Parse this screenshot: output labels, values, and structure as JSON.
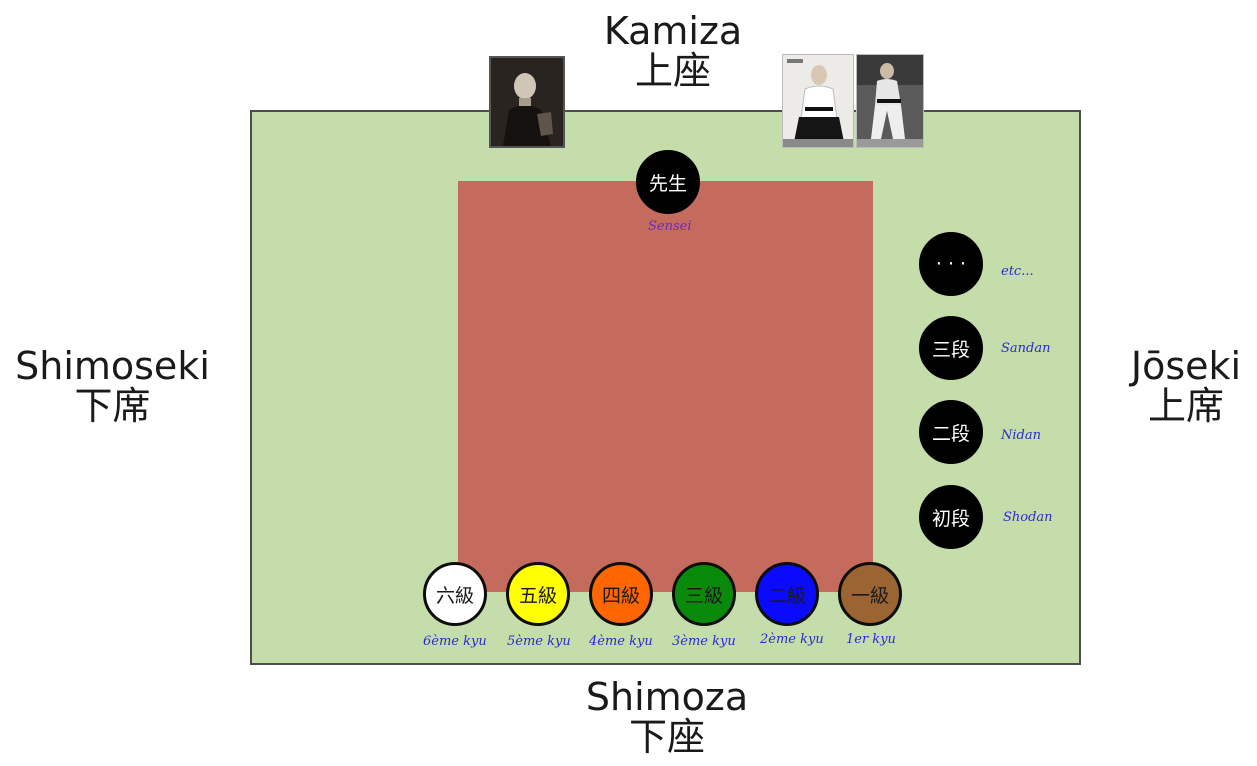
{
  "directions": {
    "kamiza": {
      "romaji": "Kamiza",
      "kanji": "上座"
    },
    "shimoza": {
      "romaji": "Shimoza",
      "kanji": "下座"
    },
    "shimoseki": {
      "romaji": "Shimoseki",
      "kanji": "下席"
    },
    "joseki": {
      "romaji": "Jōseki",
      "kanji": "上席"
    }
  },
  "colors": {
    "floor": "#c5dcab",
    "tatami": "#c46b5d",
    "caption": "#2b2bd4",
    "sensei_caption": "#6a2fb0"
  },
  "sensei": {
    "kanji": "先生",
    "caption": "Sensei"
  },
  "dan_ranks": [
    {
      "kanji": "· · ·",
      "caption": "etc..."
    },
    {
      "kanji": "三段",
      "caption": "Sandan"
    },
    {
      "kanji": "二段",
      "caption": "Nidan"
    },
    {
      "kanji": "初段",
      "caption": "Shodan"
    }
  ],
  "kyu_ranks": [
    {
      "kanji": "六級",
      "caption": "6ème kyu",
      "belt_color": "#ffffff",
      "text_color": "#1a1a1a"
    },
    {
      "kanji": "五級",
      "caption": "5ème kyu",
      "belt_color": "#ffff00",
      "text_color": "#1a1a1a"
    },
    {
      "kanji": "四級",
      "caption": "4ème kyu",
      "belt_color": "#ff6600",
      "text_color": "#1a1a1a"
    },
    {
      "kanji": "三級",
      "caption": "3ème kyu",
      "belt_color": "#0a8a0a",
      "text_color": "#1a1a1a"
    },
    {
      "kanji": "二級",
      "caption": "2ème kyu",
      "belt_color": "#0a0aff",
      "text_color": "#1a1a1a"
    },
    {
      "kanji": "一級",
      "caption": "1er kyu",
      "belt_color": "#9a6433",
      "text_color": "#1a1a1a"
    }
  ]
}
